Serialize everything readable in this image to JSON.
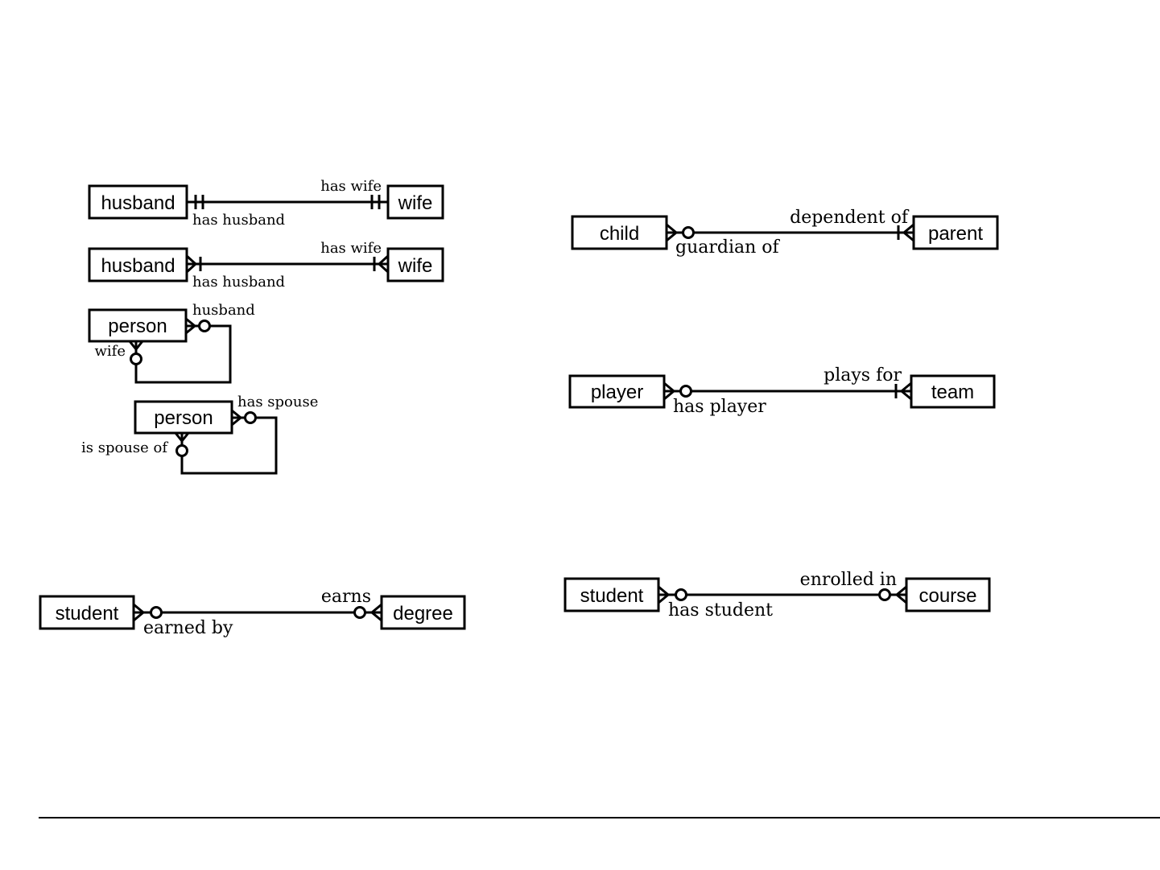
{
  "diagrams": {
    "husband_wife_1": {
      "entity_left": "husband",
      "entity_right": "wife",
      "role_right": "has wife",
      "role_left": "has husband"
    },
    "husband_wife_2": {
      "entity_left": "husband",
      "entity_right": "wife",
      "role_right": "has wife",
      "role_left": "has husband"
    },
    "person_recursive_1": {
      "entity": "person",
      "role_top": "husband",
      "role_left": "wife"
    },
    "person_recursive_2": {
      "entity": "person",
      "role_top": "has spouse",
      "role_left": "is spouse of"
    },
    "student_degree": {
      "entity_left": "student",
      "entity_right": "degree",
      "role_right": "earns",
      "role_left": "earned by"
    },
    "child_parent": {
      "entity_left": "child",
      "entity_right": "parent",
      "role_right": "dependent of",
      "role_left": "guardian of"
    },
    "player_team": {
      "entity_left": "player",
      "entity_right": "team",
      "role_right": "plays for",
      "role_left": "has player"
    },
    "student_course": {
      "entity_left": "student",
      "entity_right": "course",
      "role_right": "enrolled in",
      "role_left": "has student"
    }
  }
}
